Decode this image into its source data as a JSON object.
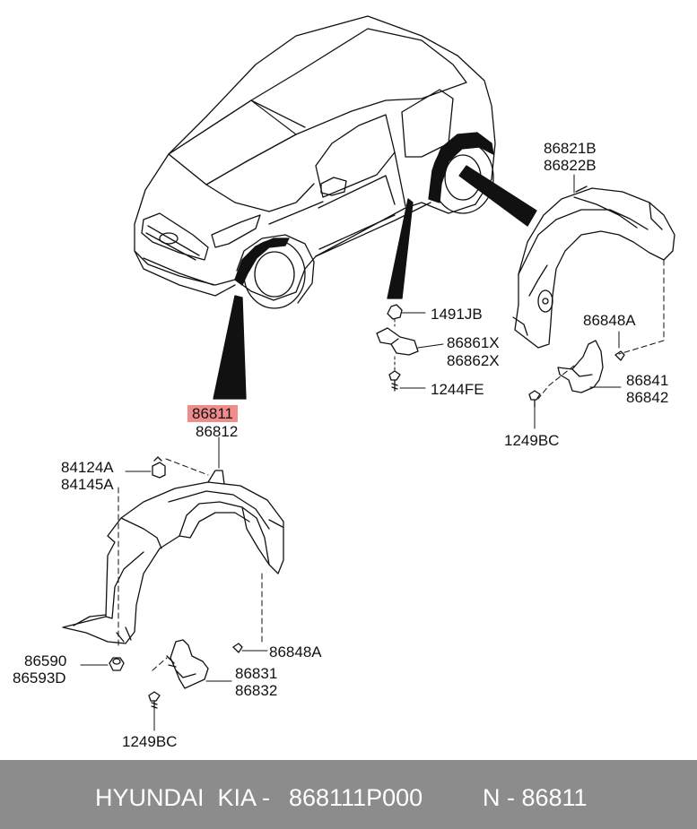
{
  "callouts": {
    "front_liner_a": "86811",
    "front_liner_b": "86812",
    "nut_a": "84124A",
    "nut_b": "84145A",
    "clip_a": "86590",
    "clip_b": "86593D",
    "front_grommet": "86848A",
    "front_flap_a": "86831",
    "front_flap_b": "86832",
    "front_screw": "1249BC",
    "rear_liner_a": "86821B",
    "rear_liner_b": "86822B",
    "rear_grommet": "86848A",
    "rear_flap_a": "86841",
    "rear_flap_b": "86842",
    "rear_screw": "1249BC",
    "side_nut": "1491JB",
    "side_bracket_a": "86861X",
    "side_bracket_b": "86862X",
    "side_bolt": "1244FE"
  },
  "highlight_color": "#f08c8c",
  "footer": {
    "brand": "HYUNDAI  KIA -",
    "part_number": "868111P000",
    "ref": "N - 86811"
  }
}
